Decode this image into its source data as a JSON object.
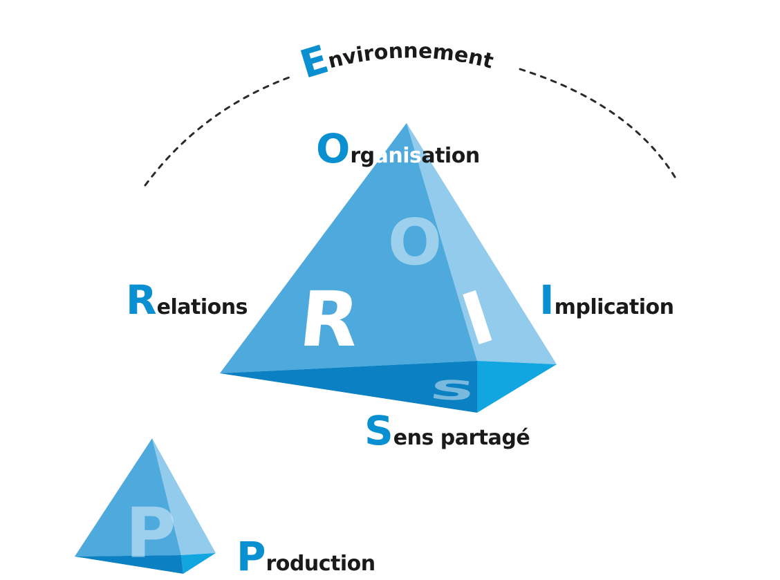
{
  "title": "ORIS-P model diagram",
  "colors": {
    "accent": "#0a8fd0",
    "face_main": "#4ea9dc",
    "face_light": "#93cbec",
    "face_bottom": "#0b80c2",
    "face_bottom_right": "#12a6e0",
    "text_dark": "#1a1a1a",
    "dash": "#2a2a2a"
  },
  "environment": {
    "initial": "E",
    "rest": "nvironnement"
  },
  "labels": {
    "organisation": {
      "initial": "O",
      "part1": "rg",
      "part2": "anis",
      "part3": "ation"
    },
    "relations": {
      "initial": "R",
      "rest": "elations"
    },
    "implication": {
      "initial": "I",
      "rest": "mplication"
    },
    "sens": {
      "initial": "S",
      "rest": "ens partagé"
    },
    "production": {
      "initial": "P",
      "rest": "roduction"
    }
  },
  "pyramid_letters": {
    "o": "O",
    "r": "R",
    "i": "I",
    "s": "S",
    "p": "P"
  }
}
